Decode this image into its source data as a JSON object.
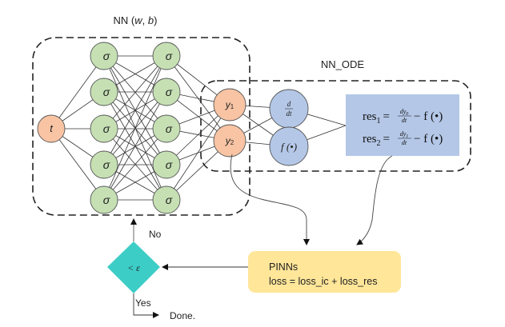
{
  "nn_block": {
    "title_prefix": "NN (",
    "title_w": "w",
    "title_sep": ", ",
    "title_b": "b",
    "title_suffix": ")"
  },
  "input_node": {
    "label": "t"
  },
  "hidden_layer_1": {
    "labels": [
      "σ",
      "σ",
      "σ",
      "σ",
      "σ"
    ]
  },
  "hidden_layer_2": {
    "labels": [
      "σ",
      "σ",
      "σ",
      "σ",
      "σ"
    ]
  },
  "output_nodes": {
    "y1_base": "y",
    "y1_sub": "1",
    "y2_base": "y",
    "y2_sub": "2"
  },
  "ode_block": {
    "title": "NN_ODE",
    "derivative_num": "d",
    "derivative_den": "dt",
    "function_label": "f (•)",
    "residuals": {
      "res1_lhs": "res",
      "res1_sub": "1",
      "res1_eq": "=",
      "res1_num": "dy",
      "res1_num_sub": "0",
      "res1_den": "dt",
      "res1_rhs": "− f (•)",
      "res2_lhs": "res",
      "res2_sub": "2",
      "res2_eq": "=",
      "res2_num": "dy",
      "res2_num_sub": "1",
      "res2_den": "dt",
      "res2_rhs": "− f (•)"
    }
  },
  "pinns_box": {
    "title": "PINNs",
    "loss": "loss = loss_ic + loss_res"
  },
  "decision": {
    "condition": "< ε",
    "no_label": "No",
    "yes_label": "Yes",
    "done_label": "Done."
  },
  "colors": {
    "input_fill": "#f8c4a4",
    "hidden_fill": "#c6e0b4",
    "ode_node_fill": "#b4c7e7",
    "residual_box_fill": "#b4c7e7",
    "pinns_fill": "#ffe699",
    "decision_fill": "#3dcdc7"
  }
}
